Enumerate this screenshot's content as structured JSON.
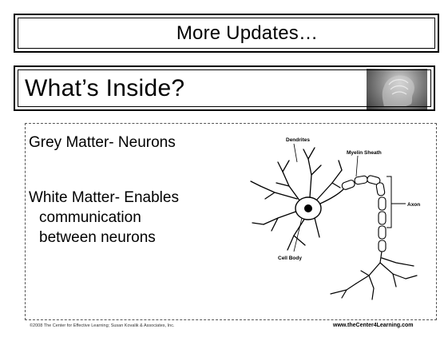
{
  "slide": {
    "title": "More Updates…",
    "subtitle": "What’s Inside?",
    "bullets": [
      "Grey Matter- Neurons",
      "White Matter- Enables",
      "communication",
      "between neurons"
    ],
    "diagram_labels": {
      "dendrites": "Dendrites",
      "myelin": "Myelin Sheath",
      "axon": "Axon",
      "cell_body": "Cell Body"
    },
    "footer_left": "©2008 The Center for Effective Learning; Susan Kovalik & Associates, Inc.",
    "footer_right": "www.theCenter4Learning.com"
  },
  "icons": {
    "head": "brain-head-image",
    "neuron": "neuron-diagram"
  }
}
